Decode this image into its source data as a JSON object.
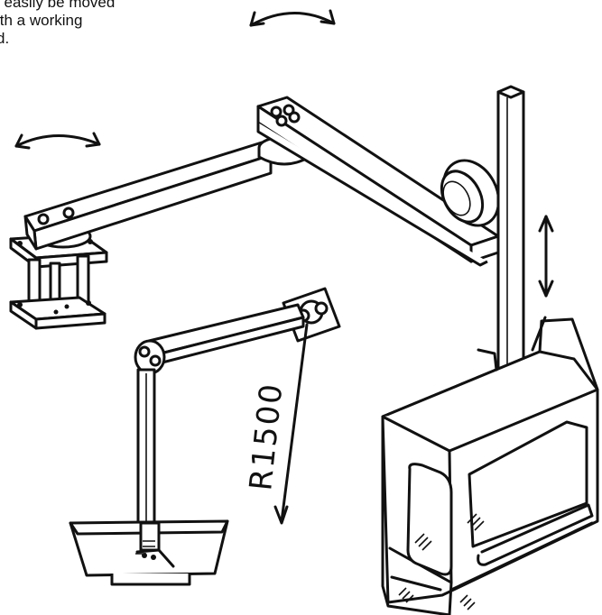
{
  "caption": {
    "lines": [
      "l easily be moved",
      "ith a working",
      "d."
    ]
  },
  "diagram": {
    "radius_label": "R1500",
    "ink_color": "#111111",
    "background": "#ffffff"
  }
}
